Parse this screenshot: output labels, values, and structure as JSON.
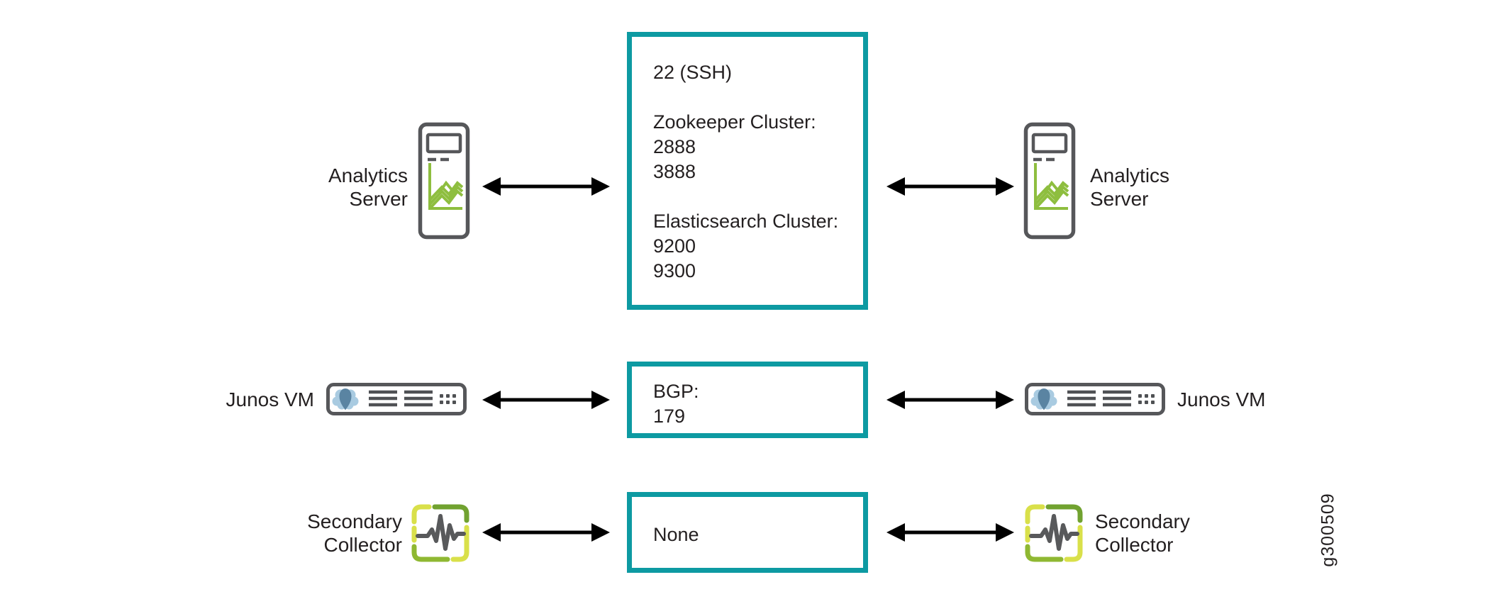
{
  "figure": {
    "id_label": "g300509"
  },
  "colors": {
    "box_border_teal": "#0d9aa2",
    "icon_gray": "#56575a",
    "chart_green": "#8ebe3f",
    "collector_green_dark": "#71a230",
    "collector_green_mid": "#8fb832",
    "collector_green_light": "#d9e04a",
    "junos_blue_light": "#a9cbe1",
    "junos_blue_dark": "#5a84a2",
    "arrow_black": "#000000",
    "text": "#231f20"
  },
  "rows": [
    {
      "name": "analytics-server",
      "left_label_lines": [
        "Analytics",
        "Server"
      ],
      "right_label_lines": [
        "Analytics",
        "Server"
      ],
      "ports": {
        "lines": [
          "22 (SSH)",
          "",
          "Zookeeper Cluster:",
          "2888",
          "3888",
          "",
          "Elasticsearch Cluster:",
          "9200",
          "9300"
        ]
      }
    },
    {
      "name": "junos-vm",
      "left_label_lines": [
        "Junos VM"
      ],
      "right_label_lines": [
        "Junos VM"
      ],
      "ports": {
        "lines": [
          "BGP:",
          "179"
        ]
      }
    },
    {
      "name": "secondary-collector",
      "left_label_lines": [
        "Secondary",
        "Collector"
      ],
      "right_label_lines": [
        "Secondary",
        "Collector"
      ],
      "ports": {
        "lines": [
          "None"
        ]
      }
    }
  ]
}
